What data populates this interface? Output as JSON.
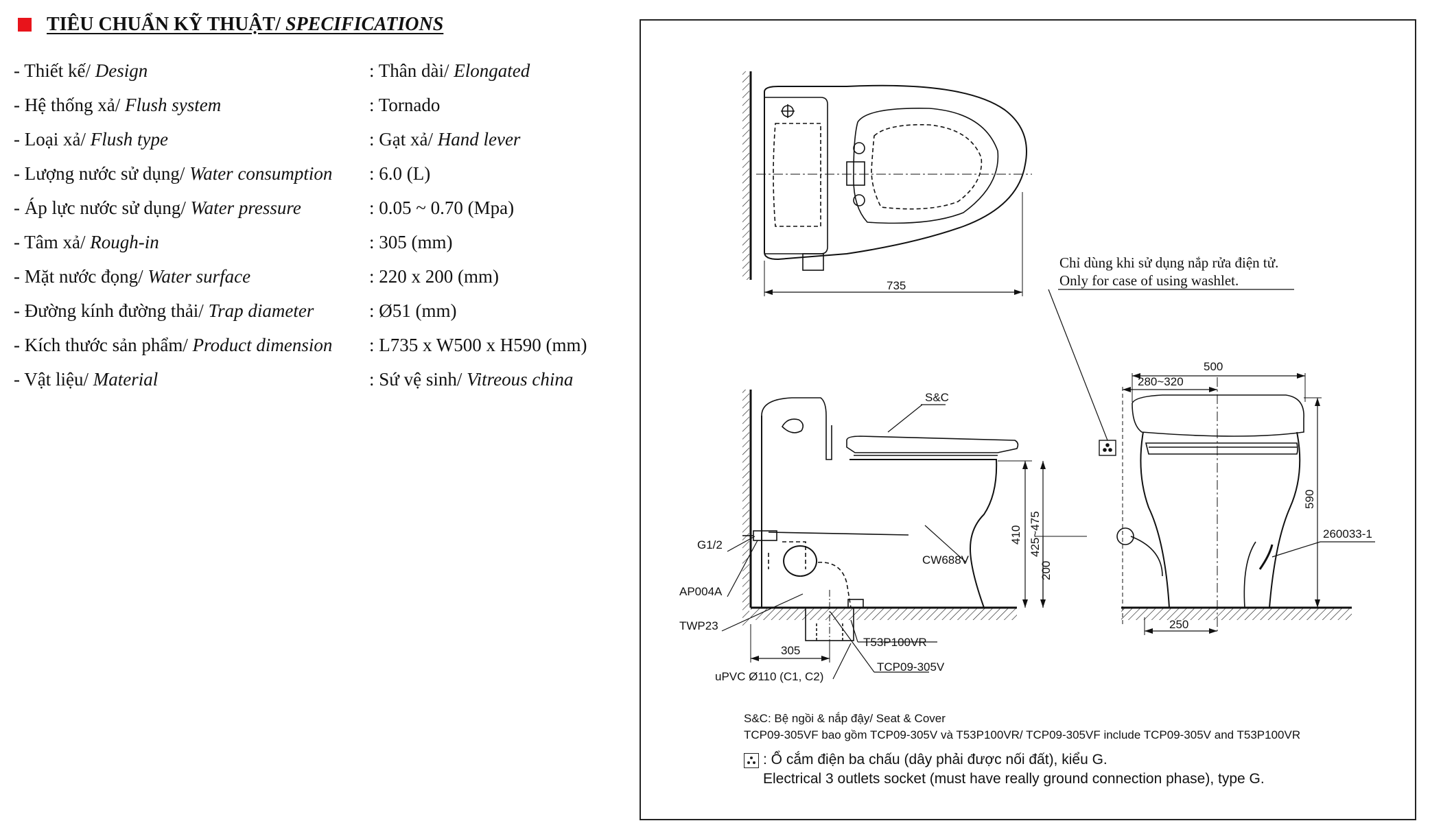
{
  "header": {
    "title_vi": "TIÊU CHUẨN KỸ THUẬT/ ",
    "title_en": "SPECIFICATIONS"
  },
  "specs": [
    {
      "label_vi": "- Thiết kế/ ",
      "label_en": "Design",
      "value_vi": ": Thân dài/ ",
      "value_en": "Elongated"
    },
    {
      "label_vi": "- Hệ thống xả/ ",
      "label_en": "Flush system",
      "value_vi": ": Tornado",
      "value_en": ""
    },
    {
      "label_vi": "- Loại xả/ ",
      "label_en": "Flush type",
      "value_vi": ": Gạt xả/ ",
      "value_en": "Hand lever"
    },
    {
      "label_vi": "- Lượng nước sử dụng/ ",
      "label_en": "Water consumption",
      "value_vi": ": 6.0 (L)",
      "value_en": ""
    },
    {
      "label_vi": "- Áp lực nước sử dụng/ ",
      "label_en": "Water pressure",
      "value_vi": ": 0.05 ~ 0.70 (Mpa)",
      "value_en": ""
    },
    {
      "label_vi": "- Tâm xả/ ",
      "label_en": "Rough-in",
      "value_vi": ": 305 (mm)",
      "value_en": ""
    },
    {
      "label_vi": "- Mặt nước đọng/ ",
      "label_en": "Water surface",
      "value_vi": ": 220 x 200 (mm)",
      "value_en": ""
    },
    {
      "label_vi": "- Đường kính đường thải/ ",
      "label_en": "Trap diameter",
      "value_vi": ": Ø51 (mm)",
      "value_en": ""
    },
    {
      "label_vi": "- Kích thước sản phẩm/ ",
      "label_en": "Product dimension",
      "value_vi": ": L735 x W500 x H590 (mm)",
      "value_en": ""
    },
    {
      "label_vi": "- Vật liệu/ ",
      "label_en": "Material",
      "value_vi": ": Sứ vệ sinh/ ",
      "value_en": "Vitreous china"
    }
  ],
  "drawing": {
    "dim_top_length": "735",
    "washlet_note_vi": "Chỉ dùng khi sử dụng nắp rửa điện tử.",
    "washlet_note_en": "Only for case of using washlet.",
    "parts": {
      "sc": "S&C",
      "g12": "G1/2",
      "ap004a": "AP004A",
      "twp23": "TWP23",
      "cw688v": "CW688V",
      "t53p100vr": "T53P100VR",
      "tcp09": "TCP09-305V",
      "upvc": "uPVC Ø110 (C1, C2)",
      "p260033": "260033-1"
    },
    "dims": {
      "d305": "305",
      "d410": "410",
      "d425_475": "425~475",
      "d200": "200",
      "d500": "500",
      "d280_320": "280~320",
      "d590": "590",
      "d250": "250"
    }
  },
  "notes": {
    "line1": "S&C: Bệ ngồi & nắp đậy/ Seat & Cover",
    "line2": "TCP09-305VF bao gồm TCP09-305V và T53P100VR/ TCP09-305VF include TCP09-305V and T53P100VR",
    "socket_vi": ": Ổ cắm điện ba chấu (dây phải được nối đất), kiểu G.",
    "socket_en": "Electrical 3 outlets socket (must have really ground connection phase), type G."
  }
}
